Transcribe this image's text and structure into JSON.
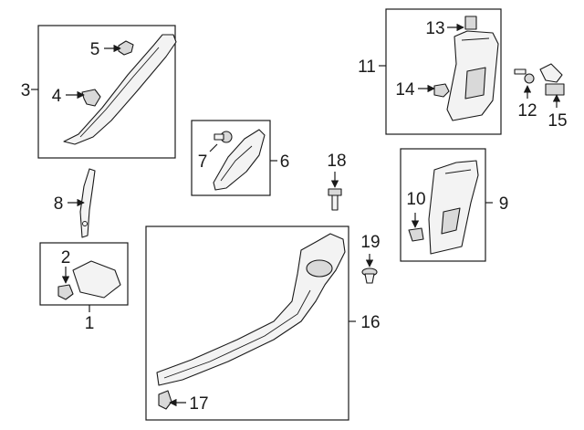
{
  "callouts": {
    "c1": "1",
    "c2": "2",
    "c3": "3",
    "c4": "4",
    "c5": "5",
    "c6": "6",
    "c7": "7",
    "c8": "8",
    "c9": "9",
    "c10": "10",
    "c11": "11",
    "c12": "12",
    "c13": "13",
    "c14": "14",
    "c15": "15",
    "c16": "16",
    "c17": "17",
    "c18": "18",
    "c19": "19"
  }
}
